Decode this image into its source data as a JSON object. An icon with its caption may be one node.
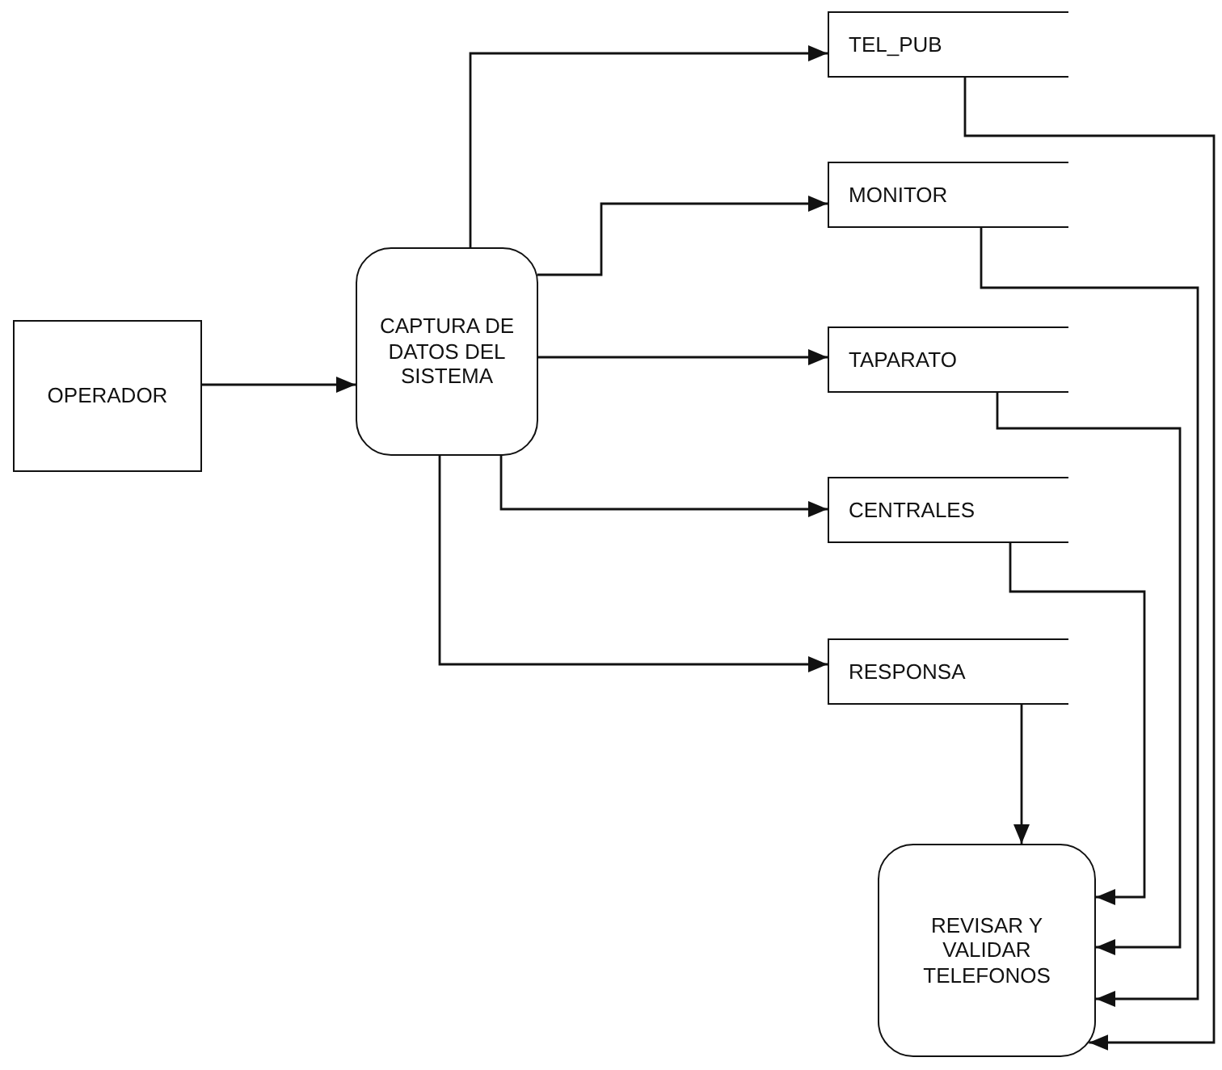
{
  "diagram": {
    "nodes": [
      {
        "text": [
          "OPERADOR"
        ]
      },
      {
        "text": [
          "CAPTURA DE DATOS DEL SISTEMA"
        ]
      },
      {
        "text": [
          "TEL_PUB"
        ]
      },
      {
        "text": [
          "MONITOR"
        ]
      },
      {
        "text": [
          "TAPARATO"
        ]
      },
      {
        "text": [
          "CENTRALES"
        ]
      },
      {
        "text": [
          "RESPONSA"
        ]
      },
      {
        "text": [
          "REVISAR Y VALIDAR TELEFONOS"
        ]
      }
    ],
    "edges": [
      {
        "from": 0,
        "to": 1,
        "arrow": "to"
      },
      {
        "from": 1,
        "to": 2,
        "arrow": "to"
      },
      {
        "from": 1,
        "to": 3,
        "arrow": "to"
      },
      {
        "from": 1,
        "to": 4,
        "arrow": "to"
      },
      {
        "from": 1,
        "to": 5,
        "arrow": "to"
      },
      {
        "from": 1,
        "to": 6,
        "arrow": "to"
      },
      {
        "from": 6,
        "to": 7,
        "arrow": "to"
      },
      {
        "from": 5,
        "to": 7,
        "arrow": "to"
      },
      {
        "from": 4,
        "to": 7,
        "arrow": "to"
      },
      {
        "from": 3,
        "to": 7,
        "arrow": "to"
      },
      {
        "from": 2,
        "to": 7,
        "arrow": "to"
      }
    ]
  }
}
